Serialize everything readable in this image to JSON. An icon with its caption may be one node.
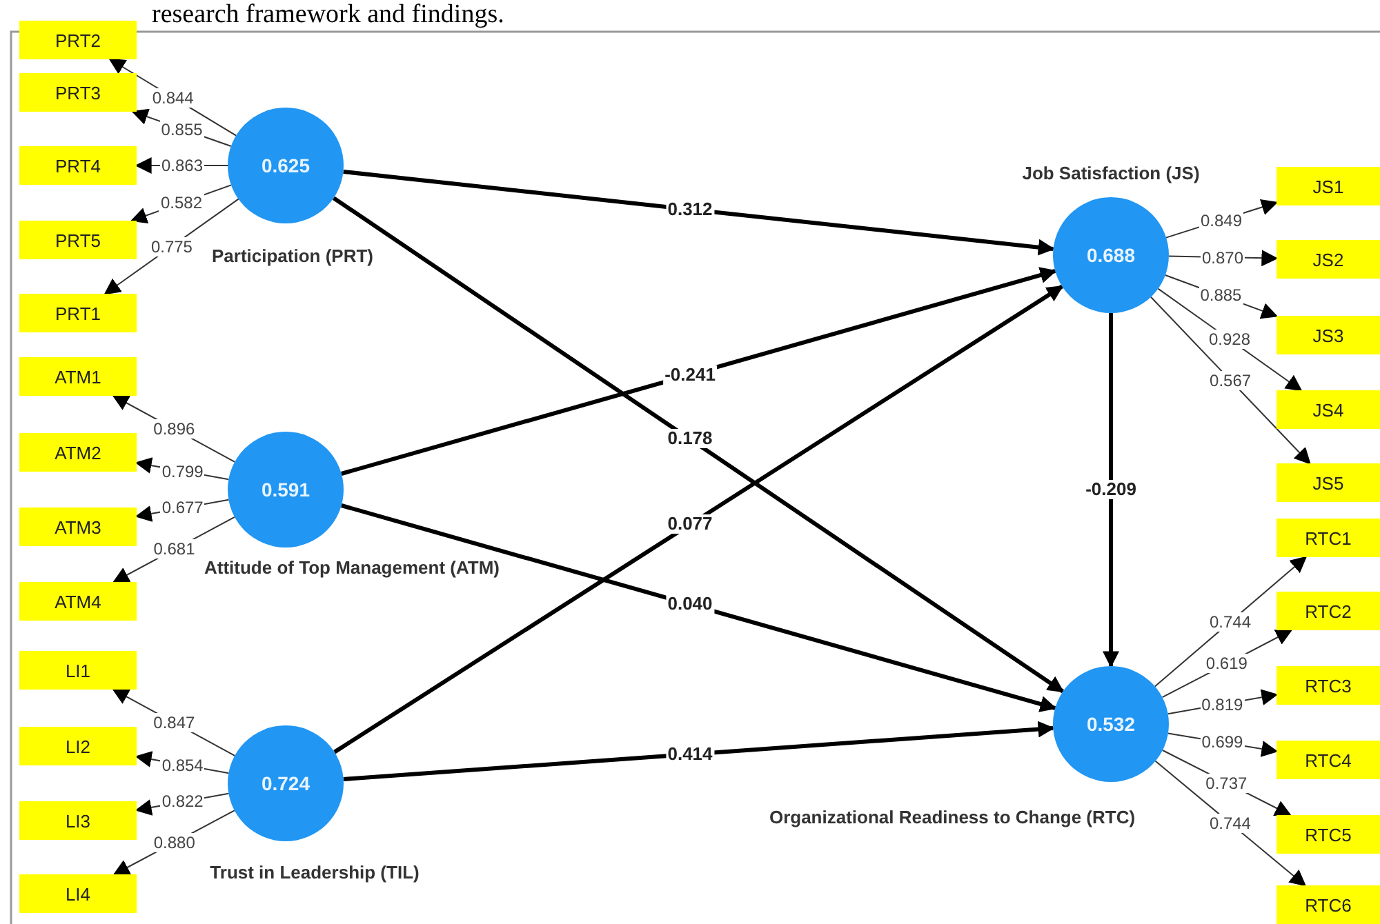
{
  "diagram": {
    "caption": "research framework and findings.",
    "nodes": [
      {
        "text": [
          "0.625"
        ],
        "beside": [
          "Participation (PRT)"
        ]
      },
      {
        "text": [
          "0.591"
        ],
        "beside": [
          "Attitude of Top Management (ATM)"
        ]
      },
      {
        "text": [
          "0.724"
        ],
        "beside": [
          "Trust in Leadership (TIL)"
        ]
      },
      {
        "text": [
          "0.688"
        ],
        "beside": [
          "Job Satisfaction (JS)"
        ]
      },
      {
        "text": [
          "0.532"
        ],
        "beside": [
          "Organizational Readiness to Change (RTC)"
        ]
      },
      {
        "text": [
          "PRT2"
        ]
      },
      {
        "text": [
          "PRT3"
        ]
      },
      {
        "text": [
          "PRT4"
        ]
      },
      {
        "text": [
          "PRT5"
        ]
      },
      {
        "text": [
          "PRT1"
        ]
      },
      {
        "text": [
          "ATM1"
        ]
      },
      {
        "text": [
          "ATM2"
        ]
      },
      {
        "text": [
          "ATM3"
        ]
      },
      {
        "text": [
          "ATM4"
        ]
      },
      {
        "text": [
          "LI1"
        ]
      },
      {
        "text": [
          "LI2"
        ]
      },
      {
        "text": [
          "LI3"
        ]
      },
      {
        "text": [
          "LI4"
        ]
      },
      {
        "text": [
          "JS1"
        ]
      },
      {
        "text": [
          "JS2"
        ]
      },
      {
        "text": [
          "JS3"
        ]
      },
      {
        "text": [
          "JS4"
        ]
      },
      {
        "text": [
          "JS5"
        ]
      },
      {
        "text": [
          "RTC1"
        ]
      },
      {
        "text": [
          "RTC2"
        ]
      },
      {
        "text": [
          "RTC3"
        ]
      },
      {
        "text": [
          "RTC4"
        ]
      },
      {
        "text": [
          "RTC5"
        ]
      },
      {
        "text": [
          "RTC6"
        ]
      }
    ],
    "edges": [
      {
        "from": 0,
        "to": 3,
        "arrow": "to",
        "label": "0.312",
        "style": "thick"
      },
      {
        "from": 0,
        "to": 4,
        "arrow": "to",
        "label": "0.178",
        "style": "thick"
      },
      {
        "from": 1,
        "to": 3,
        "arrow": "to",
        "label": "-0.241",
        "style": "thick"
      },
      {
        "from": 1,
        "to": 4,
        "arrow": "to",
        "label": "0.040",
        "style": "thick"
      },
      {
        "from": 2,
        "to": 3,
        "arrow": "to",
        "label": "0.077",
        "style": "thick"
      },
      {
        "from": 2,
        "to": 4,
        "arrow": "to",
        "label": "0.414",
        "style": "thick"
      },
      {
        "from": 3,
        "to": 4,
        "arrow": "to",
        "label": "-0.209",
        "style": "thick"
      },
      {
        "from": 0,
        "to": 5,
        "arrow": "to",
        "label": "0.844"
      },
      {
        "from": 0,
        "to": 6,
        "arrow": "to",
        "label": "0.855"
      },
      {
        "from": 0,
        "to": 7,
        "arrow": "to",
        "label": "0.863"
      },
      {
        "from": 0,
        "to": 8,
        "arrow": "to",
        "label": "0.582"
      },
      {
        "from": 0,
        "to": 9,
        "arrow": "to",
        "label": "0.775"
      },
      {
        "from": 1,
        "to": 10,
        "arrow": "to",
        "label": "0.896"
      },
      {
        "from": 1,
        "to": 11,
        "arrow": "to",
        "label": "0.799"
      },
      {
        "from": 1,
        "to": 12,
        "arrow": "to",
        "label": "0.677"
      },
      {
        "from": 1,
        "to": 13,
        "arrow": "to",
        "label": "0.681"
      },
      {
        "from": 2,
        "to": 14,
        "arrow": "to",
        "label": "0.847"
      },
      {
        "from": 2,
        "to": 15,
        "arrow": "to",
        "label": "0.854"
      },
      {
        "from": 2,
        "to": 16,
        "arrow": "to",
        "label": "0.822"
      },
      {
        "from": 2,
        "to": 17,
        "arrow": "to",
        "label": "0.880"
      },
      {
        "from": 3,
        "to": 18,
        "arrow": "to",
        "label": "0.849"
      },
      {
        "from": 3,
        "to": 19,
        "arrow": "to",
        "label": "0.870"
      },
      {
        "from": 3,
        "to": 20,
        "arrow": "to",
        "label": "0.885"
      },
      {
        "from": 3,
        "to": 21,
        "arrow": "to",
        "label": "0.928"
      },
      {
        "from": 3,
        "to": 22,
        "arrow": "to",
        "label": "0.567"
      },
      {
        "from": 4,
        "to": 23,
        "arrow": "to",
        "label": "0.744"
      },
      {
        "from": 4,
        "to": 24,
        "arrow": "to",
        "label": "0.619"
      },
      {
        "from": 4,
        "to": 25,
        "arrow": "to",
        "label": "0.819"
      },
      {
        "from": 4,
        "to": 26,
        "arrow": "to",
        "label": "0.699"
      },
      {
        "from": 4,
        "to": 27,
        "arrow": "to",
        "label": "0.737"
      },
      {
        "from": 4,
        "to": 28,
        "arrow": "to",
        "label": "0.744"
      }
    ]
  }
}
